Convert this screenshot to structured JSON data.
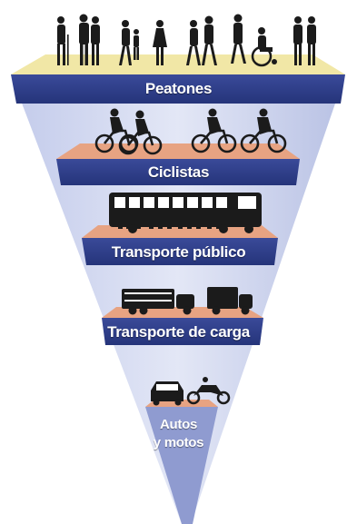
{
  "levels": [
    {
      "label": "Peatones",
      "icon": "pedestrians-icon"
    },
    {
      "label": "Ciclistas",
      "icon": "cyclists-icon"
    },
    {
      "label": "Transporte público",
      "icon": "bus-icon"
    },
    {
      "label": "Transporte de carga",
      "icon": "trucks-icon"
    },
    {
      "label_line1": "Autos",
      "label_line2": "y motos",
      "icon": "car-motorcycle-icon"
    }
  ],
  "colors": {
    "band": "#2f3f8a",
    "band_dark": "#1e2c6e",
    "floor_top": "#f1e7a6",
    "floor_peach": "#e7a382",
    "funnel": "#b9c3e6",
    "funnel_light": "#dfe4f5",
    "silhouette": "#1b1b1b"
  }
}
